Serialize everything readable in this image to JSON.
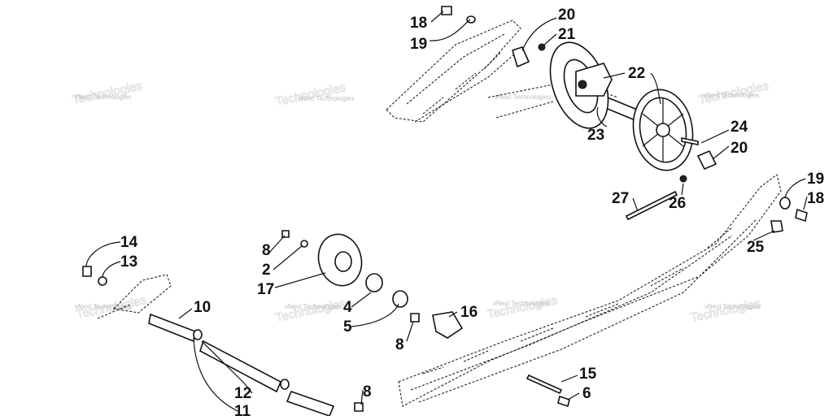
{
  "watermark_text": "vNext Technologies",
  "callouts": {
    "c18a": "18",
    "c19a": "19",
    "c20a": "20",
    "c21": "21",
    "c22": "22",
    "c23": "23",
    "c24": "24",
    "c20b": "20",
    "c19b": "19",
    "c18b": "18",
    "c27": "27",
    "c26": "26",
    "c25": "25",
    "c14": "14",
    "c13": "13",
    "c10": "10",
    "c12": "12",
    "c11": "11",
    "c8a": "8",
    "c2": "2",
    "c17": "17",
    "c4": "4",
    "c5": "5",
    "c16": "16",
    "c8b": "8",
    "c15": "15",
    "c6": "6",
    "c8c": "8"
  }
}
